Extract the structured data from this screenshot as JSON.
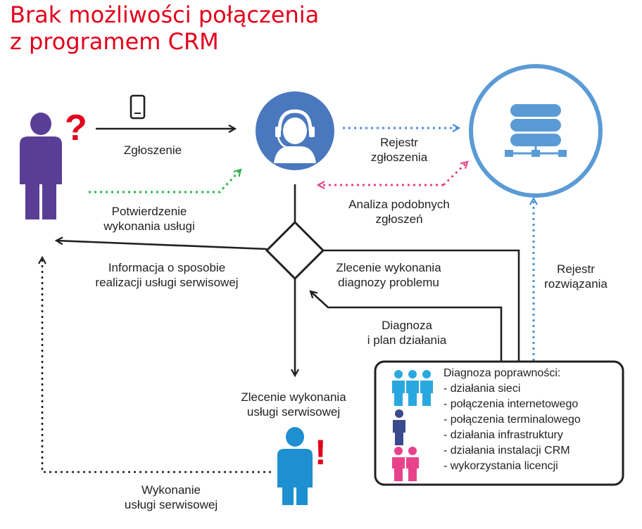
{
  "title": {
    "line1": "Brak możliwości połączenia",
    "line2": "z programem CRM"
  },
  "colors": {
    "title": "#e3001b",
    "client": "#5a3e96",
    "consultant": "#4a78bf",
    "server_ring": "#5b9bd5",
    "technician": "#1e8fd0",
    "team_blue": "#29a8e0",
    "team_navy": "#3b4a8c",
    "team_pink": "#e8428a",
    "arrow_blue_dotted": "#4a90d9",
    "arrow_pink_dotted": "#e8428a",
    "arrow_green_dotted": "#2bb34a"
  },
  "marks": {
    "question": "?",
    "exclamation": "!"
  },
  "labels": {
    "zgloszenie": "Zgłoszenie",
    "potwierdzenie": [
      "Potwierdzenie",
      "wykonania usługi"
    ],
    "rejestr_zgloszenia": [
      "Rejestr",
      "zgłoszenia"
    ],
    "analiza": [
      "Analiza podobnych",
      "zgłoszeń"
    ],
    "informacja": [
      "Informacja o sposobie",
      "realizacji usługi serwisowej"
    ],
    "zlecenie_diagnozy": [
      "Zlecenie wykonania",
      "diagnozy problemu"
    ],
    "rejestr_rozwiazania": [
      "Rejestr",
      "rozwiązania"
    ],
    "diagnoza_plan": [
      "Diagnoza",
      "i plan działania"
    ],
    "zlecenie_uslugi": [
      "Zlecenie wykonania",
      "usługi serwisowej"
    ],
    "wykonanie": [
      "Wykonanie",
      "usługi serwisowej"
    ]
  },
  "diagnosis_box": {
    "heading": "Diagnoza poprawności:",
    "items": [
      "- działania sieci",
      "- połączenia internetowego",
      "- połączenia terminalowego",
      "- działania infrastruktury",
      "- działania instalacji CRM",
      "- wykorzystania licencji"
    ]
  }
}
